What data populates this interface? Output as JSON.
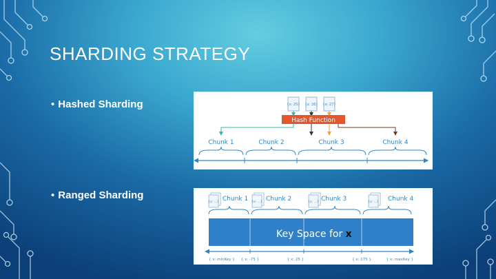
{
  "slide": {
    "title": "SHARDING STRATEGY",
    "bullets": [
      {
        "label": "Hashed Sharding"
      },
      {
        "label": "Ranged Sharding"
      }
    ]
  },
  "hashed": {
    "keys": [
      "{x: 25}",
      "{x: 26}",
      "{x: 27}"
    ],
    "function_label": "Hash Function",
    "chunks": [
      "Chunk 1",
      "Chunk 2",
      "Chunk 3",
      "Chunk 4"
    ]
  },
  "ranged": {
    "chunks": [
      "Chunk 1",
      "Chunk 2",
      "Chunk 3",
      "Chunk 4"
    ],
    "doc_icon_label": "{x: ...}",
    "keyspace_label": "Key Space for",
    "keyspace_mark": "x",
    "boundaries": [
      "{ x: minKey }",
      "{ x: -75 }",
      "{ x: 25 }",
      "{ x: 175 }",
      "{ x: maxKey }"
    ]
  },
  "colors": {
    "accent_blue": "#2f86c4",
    "hash_box": "#e4572e",
    "arrow_teal": "#2fb8a6",
    "arrow_dark": "#333333",
    "arrow_orange": "#f0a03c",
    "arrow_brown": "#6b3b22",
    "keyspace_bar": "#2f80c8"
  }
}
